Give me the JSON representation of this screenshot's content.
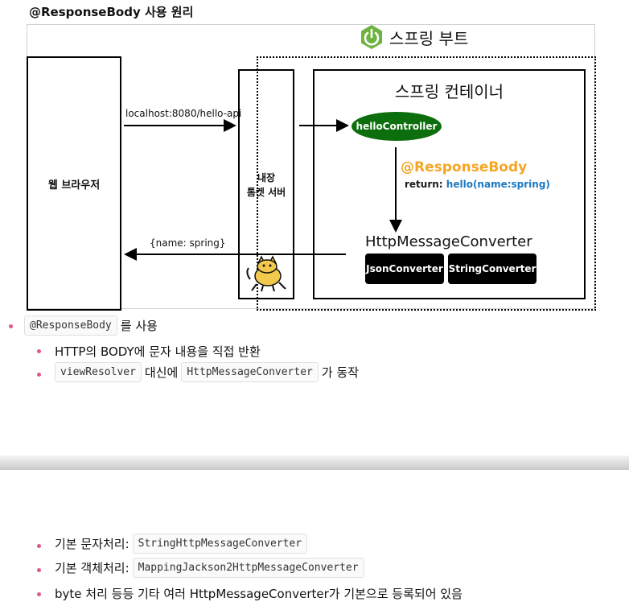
{
  "page_title": "@ResponseBody 사용 원리",
  "diagram": {
    "boot_label": "스프링 부트",
    "browser_label": "웹 브라우저",
    "tomcat_label": "내장\n톰켓 서버",
    "container_label": "스프링 컨테이너",
    "request_label": "localhost:8080/hello-api",
    "response_label": "{name: spring}",
    "controller_label": "helloController",
    "responsebody_label": "@ResponseBody",
    "return_prefix": "return:",
    "return_code": "hello(name:spring)",
    "converter_label": "HttpMessageConverter",
    "json_converter": "JsonConverter",
    "string_converter": "StringConverter",
    "colors": {
      "controller": "#0d6e0d",
      "annotation": "#f5a623",
      "code": "#1a78c2",
      "bullet": "#e05a7c"
    }
  },
  "notes_top": {
    "item1_code": "@ResponseBody",
    "item1_text": "를 사용",
    "sub1_text": "HTTP의 BODY에 문자 내용을 직접 반환",
    "sub2_code1": "viewResolver",
    "sub2_text1": "대신에",
    "sub2_code2": "HttpMessageConverter",
    "sub2_text2": "가 동작"
  },
  "notes_bottom": {
    "item1_text": "기본 문자처리:",
    "item1_code": "StringHttpMessageConverter",
    "item2_text": "기본 객체처리:",
    "item2_code": "MappingJackson2HttpMessageConverter",
    "item3_text": "byte 처리 등등 기타 여러 HttpMessageConverter가 기본으로 등록되어 있음"
  }
}
